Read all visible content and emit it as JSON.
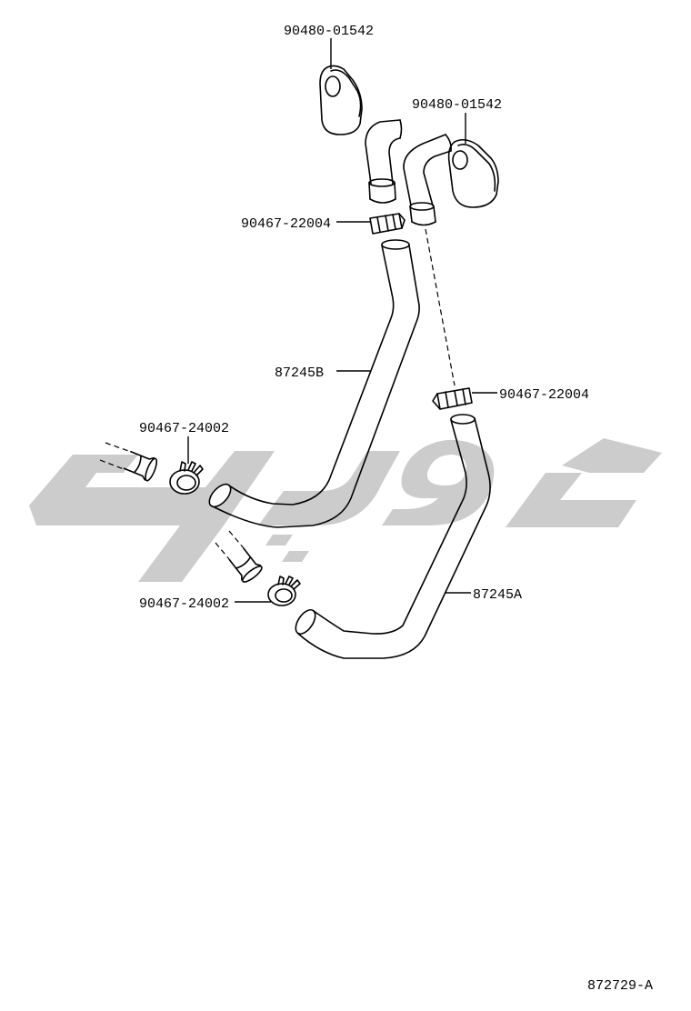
{
  "labels": {
    "grommet_top": "90480-01542",
    "grommet_right": "90480-01542",
    "clip_left": "90467-22004",
    "clip_right": "90467-22004",
    "hose_b": "87245B",
    "hose_a": "87245A",
    "clamp_upper": "90467-24002",
    "clamp_lower": "90467-24002",
    "diagram_id": "872729-A"
  },
  "colors": {
    "line": "#000000",
    "watermark": "#cccccc",
    "background": "#ffffff"
  }
}
